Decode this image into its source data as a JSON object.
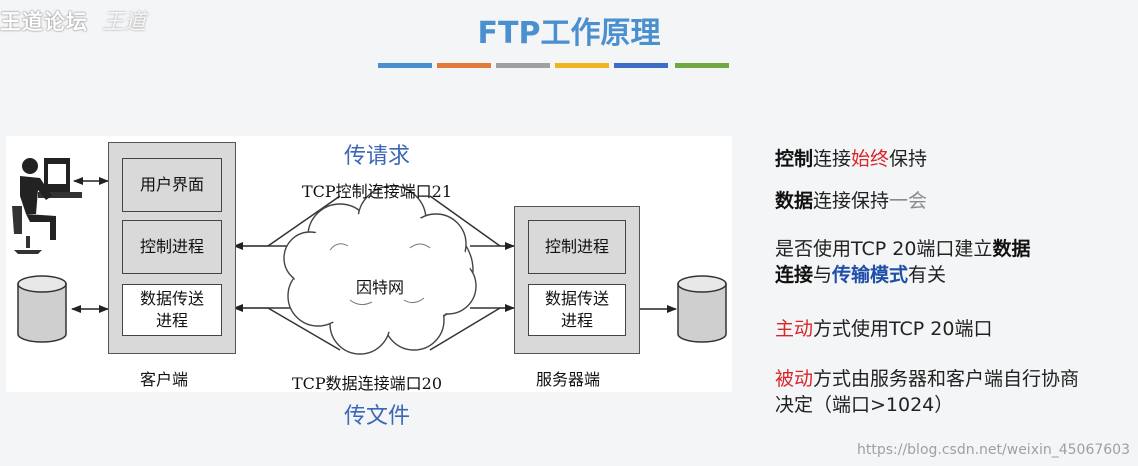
{
  "watermark": {
    "site": "王道论坛",
    "logo": "王道"
  },
  "title": "FTP工作原理",
  "title_bar_colors": [
    "#4a90d0",
    "#e07b39",
    "#a0a0a0",
    "#efb51e",
    "#3b6fc6",
    "#71a83f"
  ],
  "diagram": {
    "client": {
      "ui": "用户界面",
      "control": "控制进程",
      "data_l1": "数据传送",
      "data_l2": "进程",
      "label": "客户端"
    },
    "server": {
      "control": "控制进程",
      "data_l1": "数据传送",
      "data_l2": "进程",
      "label": "服务器端"
    },
    "internet": "因特网",
    "ctrl_conn": "TCP控制连接端口21",
    "data_conn": "TCP数据连接端口20",
    "annot_request": "传请求",
    "annot_file": "传文件"
  },
  "notes": {
    "n1": {
      "a": "控制",
      "b": "连接",
      "c": "始终",
      "d": "保持"
    },
    "n2": {
      "a": "数据",
      "b": "连接保持",
      "c": "一会"
    },
    "n3": {
      "a": "是否使用TCP 20端口建立",
      "b": "数据",
      "c": "连接",
      "d": "与",
      "e": "传输模式",
      "f": "有关"
    },
    "n4": {
      "a": "主动",
      "b": "方式使用TCP 20端口"
    },
    "n5": {
      "a": "被动",
      "b": "方式由服务器和客户端自行协商",
      "c": "决定（端口>1024）"
    }
  },
  "credit": "https://blog.csdn.net/weixin_45067603"
}
